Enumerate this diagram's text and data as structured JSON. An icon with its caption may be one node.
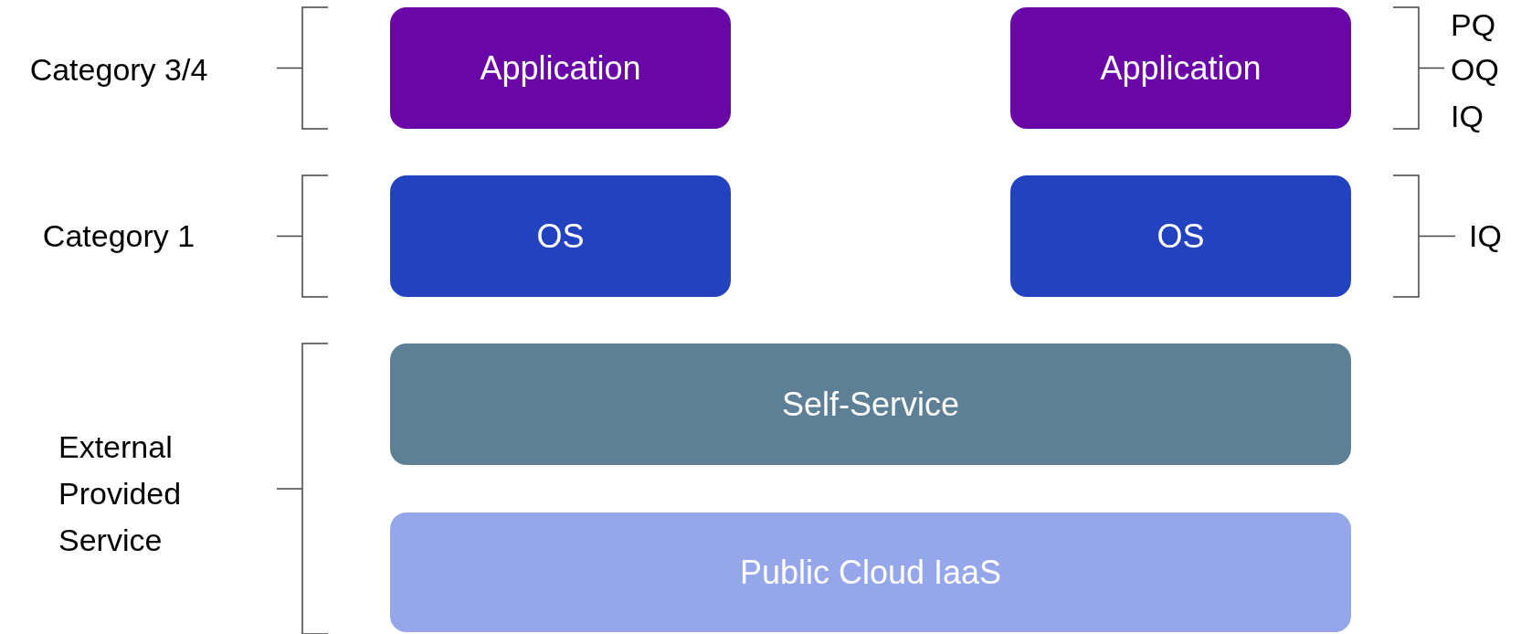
{
  "diagram": {
    "nodes": [
      {
        "text": [
          "Application"
        ]
      },
      {
        "text": [
          "Application"
        ]
      },
      {
        "text": [
          "OS"
        ]
      },
      {
        "text": [
          "OS"
        ]
      },
      {
        "text": [
          "Self-Service"
        ]
      },
      {
        "text": [
          "Public Cloud IaaS"
        ]
      }
    ],
    "labels": [
      "Category 3/4",
      "PQ",
      "OQ",
      "IQ",
      "Category 1",
      "IQ",
      "External Provided Service"
    ]
  }
}
